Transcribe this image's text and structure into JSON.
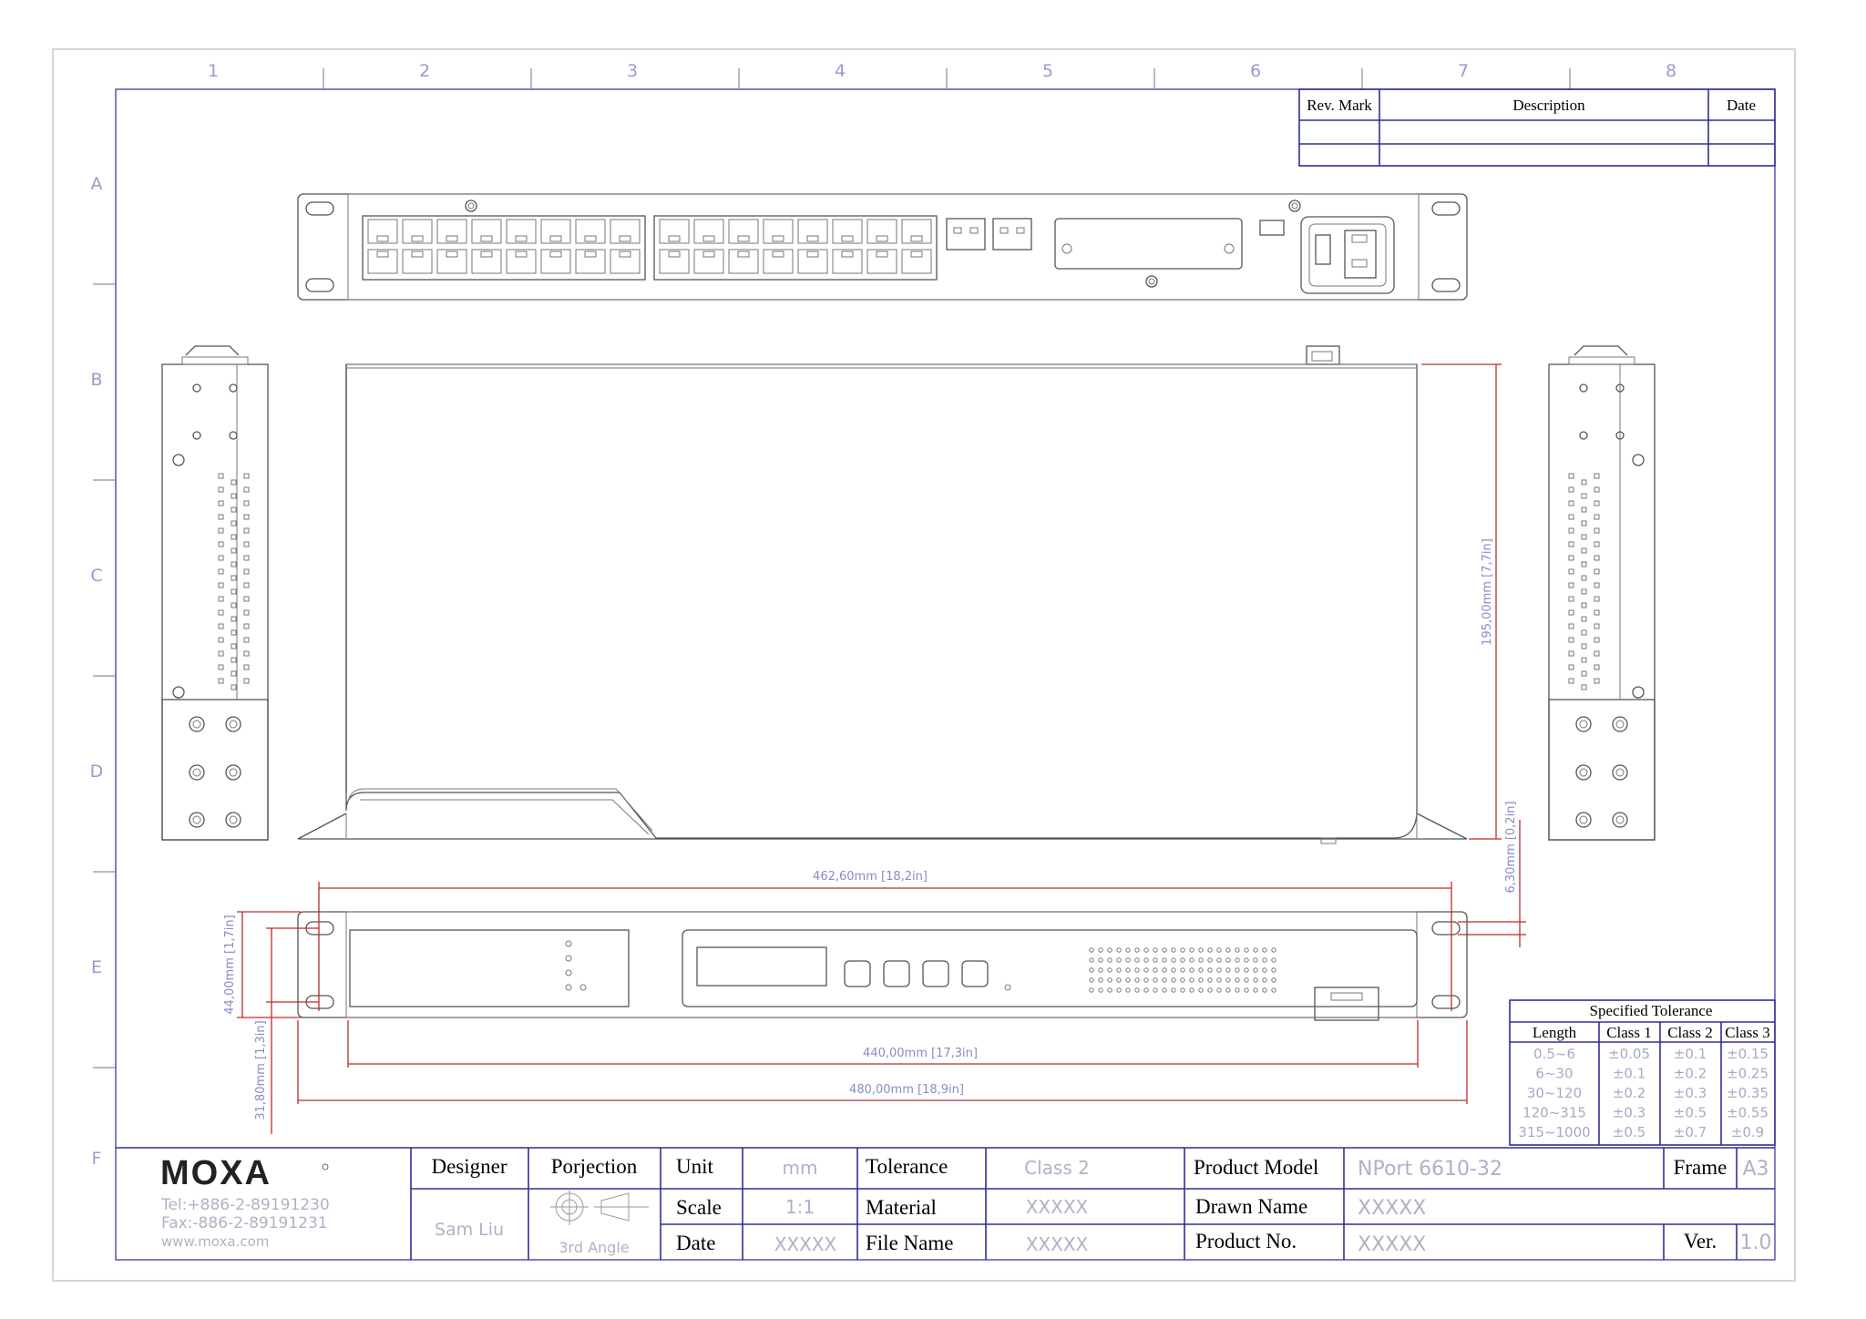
{
  "grid": {
    "columns": [
      "1",
      "2",
      "3",
      "4",
      "5",
      "6",
      "7",
      "8"
    ],
    "rows": [
      "A",
      "B",
      "C",
      "D",
      "E",
      "F"
    ]
  },
  "revision_table": {
    "headers": [
      "Rev. Mark",
      "Description",
      "Date"
    ]
  },
  "dimensions": {
    "width_ears": "462,60mm [18,2in]",
    "width_body": "440,00mm [17,3in]",
    "width_total": "480,00mm [18,9in]",
    "height_front": "44,00mm [1,7in]",
    "height_holes": "31,80mm [1,3in]",
    "depth": "195,00mm [7,7in]",
    "ear_offset": "6,30mm [0,2in]"
  },
  "tolerance": {
    "title": "Specified Tolerance",
    "headers": [
      "Length",
      "Class 1",
      "Class 2",
      "Class 3"
    ],
    "rows": [
      [
        "0.5~6",
        "±0.05",
        "±0.1",
        "±0.15"
      ],
      [
        "6~30",
        "±0.1",
        "±0.2",
        "±0.25"
      ],
      [
        "30~120",
        "±0.2",
        "±0.3",
        "±0.35"
      ],
      [
        "120~315",
        "±0.3",
        "±0.5",
        "±0.55"
      ],
      [
        "315~1000",
        "±0.5",
        "±0.7",
        "±0.9"
      ]
    ]
  },
  "title_block": {
    "logo": "MOXA",
    "tel": "Tel:+886-2-89191230",
    "fax": "Fax:-886-2-89191231",
    "web": "www.moxa.com",
    "designer_label": "Designer",
    "designer_value": "Sam Liu",
    "projection_label": "Porjection",
    "projection_value": "3rd Angle",
    "unit_label": "Unit",
    "unit_value": "mm",
    "scale_label": "Scale",
    "scale_value": "1:1",
    "date_label": "Date",
    "date_value": "XXXXX",
    "tolerance_label": "Tolerance",
    "tolerance_value": "Class 2",
    "material_label": "Material",
    "material_value": "XXXXX",
    "filename_label": "File Name",
    "filename_value": "XXXXX",
    "product_model_label": "Product Model",
    "product_model_value": "NPort 6610-32",
    "drawn_name_label": "Drawn Name",
    "drawn_name_value": "XXXXX",
    "product_no_label": "Product No.",
    "product_no_value": "XXXXX",
    "frame_label": "Frame",
    "frame_value": "A3",
    "ver_label": "Ver.",
    "ver_value": "1.0"
  }
}
